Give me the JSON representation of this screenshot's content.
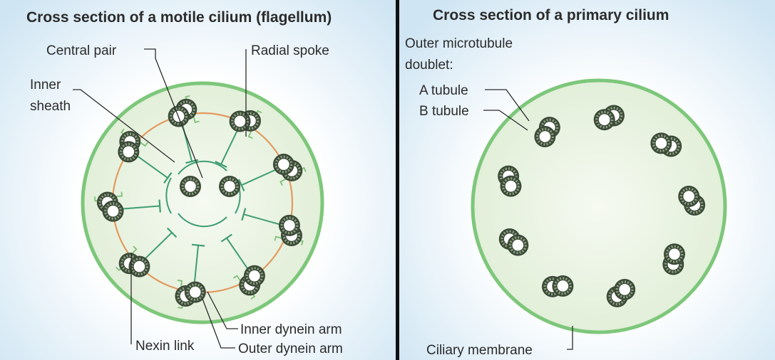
{
  "left_panel": {
    "title": "Cross section of a motile cilium (flagellum)",
    "labels": {
      "central_pair": "Central pair",
      "radial_spoke": "Radial spoke",
      "inner_sheath_line1": "Inner",
      "inner_sheath_line2": "sheath",
      "nexin_link": "Nexin link",
      "inner_dynein_arm": "Inner dynein arm",
      "outer_dynein_arm": "Outer dynein arm"
    },
    "doublet_count": 9
  },
  "right_panel": {
    "title": "Cross section of a primary cilium",
    "labels": {
      "outer_doublet_line1": "Outer microtubule",
      "outer_doublet_line2": "doublet:",
      "a_tubule": "A tubule",
      "b_tubule": "B tubule",
      "ciliary_membrane": "Ciliary membrane"
    },
    "doublet_count": 9
  },
  "colors": {
    "cilium_fill": "#e9f3e2",
    "membrane_green": "#7dc77a",
    "tubule_dark": "#3d4a3a",
    "tubule_dots": "#8da57f",
    "spoke_green": "#3f9d72",
    "nexin_orange": "#e39a5e",
    "arm_green": "#7fbf77",
    "divider": "#111111",
    "background_blue": "#d3e8f4",
    "text": "#2b2b2b"
  }
}
